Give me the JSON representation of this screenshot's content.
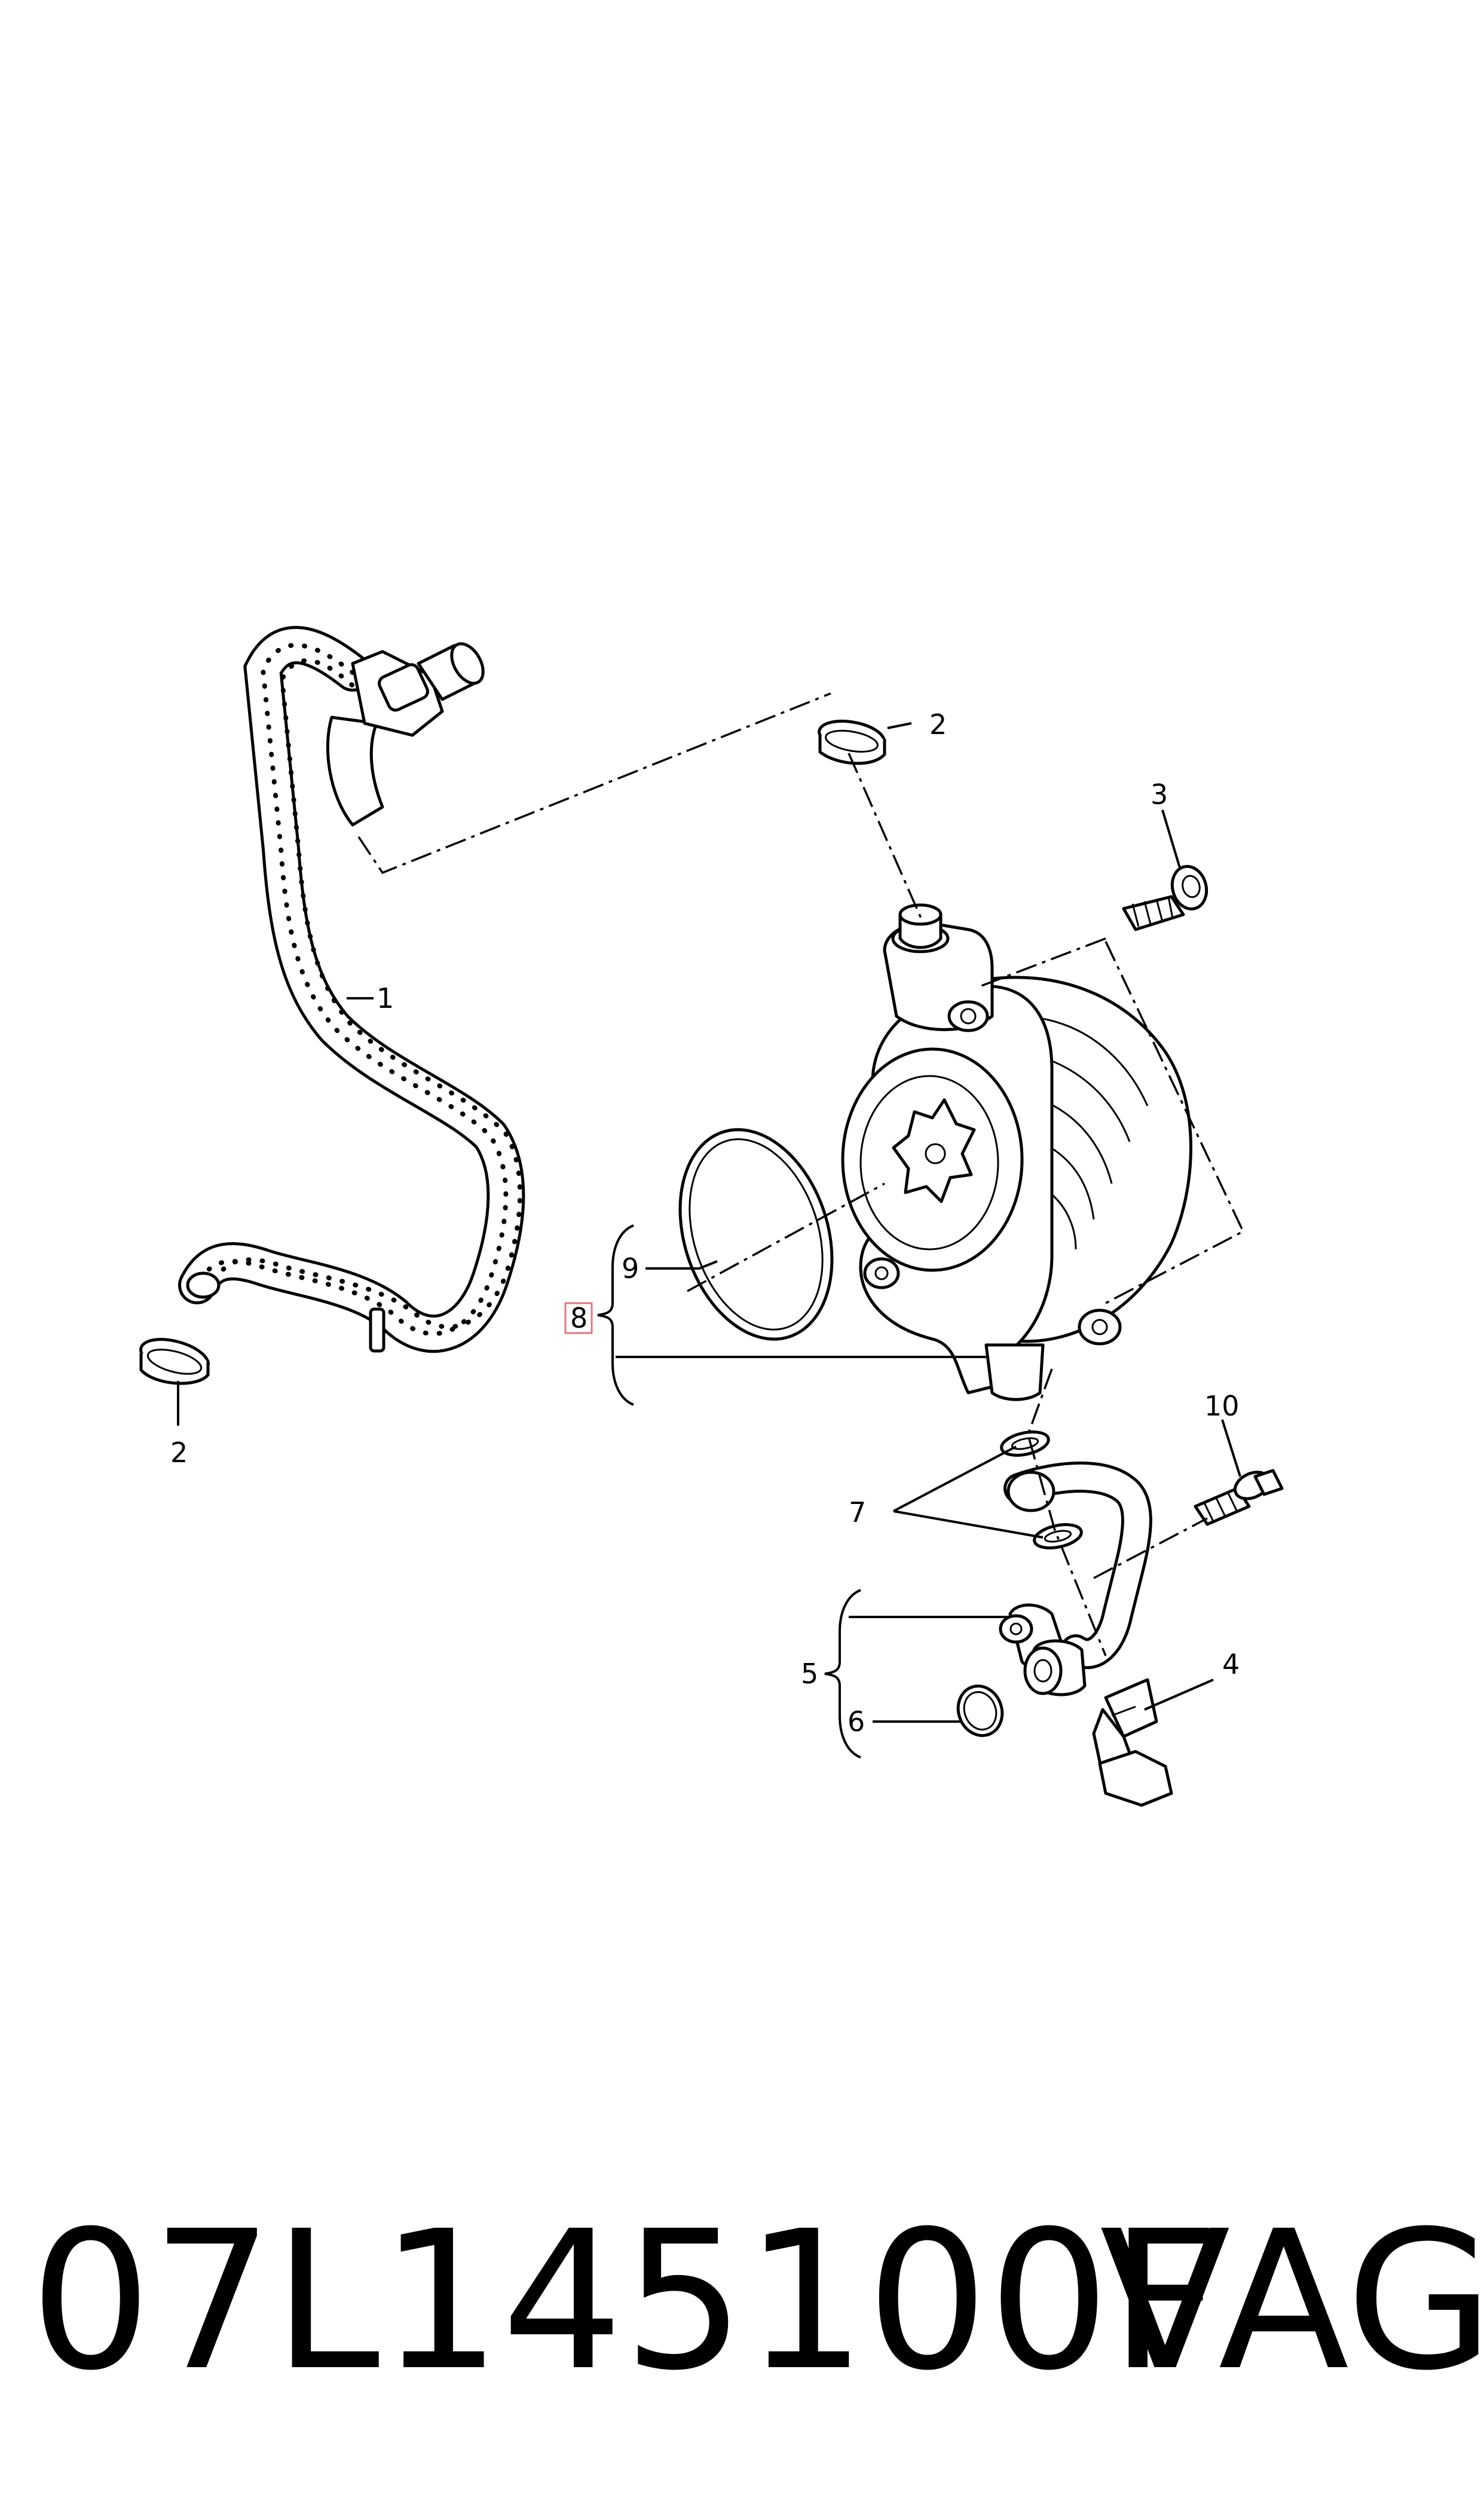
{
  "callouts": {
    "c1": "1",
    "c2_top": "2",
    "c2_bottom": "2",
    "c3": "3",
    "c4": "4",
    "c5": "5",
    "c6": "6",
    "c7": "7",
    "c8": "8",
    "c9": "9",
    "c10": "10"
  },
  "footer": {
    "part_number": "07L145100F",
    "brand": "VAG"
  },
  "colors": {
    "highlight_box": "#e8747c",
    "line": "#000000",
    "background": "#ffffff"
  }
}
